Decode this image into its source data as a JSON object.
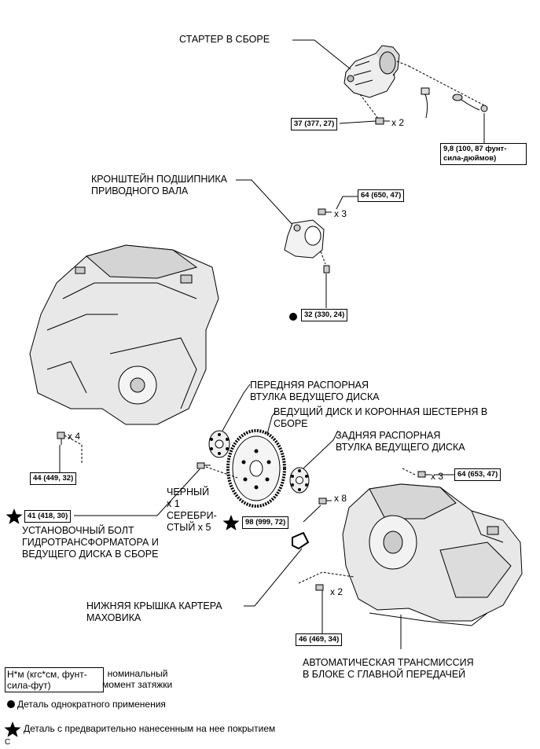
{
  "labels": {
    "starter": "СТАРТЕР В СБОРЕ",
    "bracket_l1": "КРОНШТЕЙН ПОДШИПНИКА",
    "bracket_l2": "ПРИВОДНОГО ВАЛА",
    "front_spacer_l1": "ПЕРЕДНЯЯ РАСПОРНАЯ",
    "front_spacer_l2": "ВТУЛКА ВЕДУЩЕГО ДИСКА",
    "drive_plate_l1": "ВЕДУЩИЙ ДИСК И КОРОННАЯ ШЕСТЕРНЯ В",
    "drive_plate_l2": "СБОРЕ",
    "rear_spacer_l1": "ЗАДНЯЯ РАСПОРНАЯ",
    "rear_spacer_l2": "ВТУЛКА ВЕДУЩЕГО ДИСКА",
    "black": "ЧЕРНЫЙ",
    "black_qty": "x 1",
    "silver_l1": "СЕРЕБРИ-",
    "silver_l2": "СТЫЙ x 5",
    "bolt_l1": "УСТАНОВОЧНЫЙ БОЛТ",
    "bolt_l2": "ГИДРОТРАНСФОРМАТОРА И",
    "bolt_l3": "ВЕДУЩЕГО ДИСКА В СБОРЕ",
    "cover_l1": "НИЖНЯЯ КРЫШКА КАРТЕРА",
    "cover_l2": "МАХОВИКА",
    "transmission_l1": "АВТОМАТИЧЕСКАЯ ТРАНСМИССИЯ",
    "transmission_l2": "В БЛОКЕ С ГЛАВНОЙ ПЕРЕДАЧЕЙ"
  },
  "torques": {
    "starter_bolt": "37 (377, 27)",
    "starter_nut_l1": "9,8 (100, 87 фунт-",
    "starter_nut_l2": "сила-дюймов)",
    "bracket_top": "64 (650, 47)",
    "bracket_bottom": "32 (330, 24)",
    "engine_bolt": "44 (449, 32)",
    "torque_converter": "41 (418, 30)",
    "drive_plate": "98 (999, 72)",
    "trans_upper": "64 (653, 47)",
    "trans_lower": "46 (469, 34)"
  },
  "quantities": {
    "starter_bolt": "x 2",
    "bracket_top": "x 3",
    "engine_bolt": "x 4",
    "drive_plate": "x 8",
    "trans_upper": "x 3",
    "trans_lower": "x 2"
  },
  "legend": {
    "unit_l1": "Н*м (кгс*см, фунт-",
    "unit_l2": "сила-фут)",
    "unit_desc_l1": ": номинальный",
    "unit_desc_l2": "момент затяжки",
    "single_use": "Деталь однократного применения",
    "precoated": "Деталь с предварительно нанесенным на нее покрытием",
    "code": "C"
  }
}
